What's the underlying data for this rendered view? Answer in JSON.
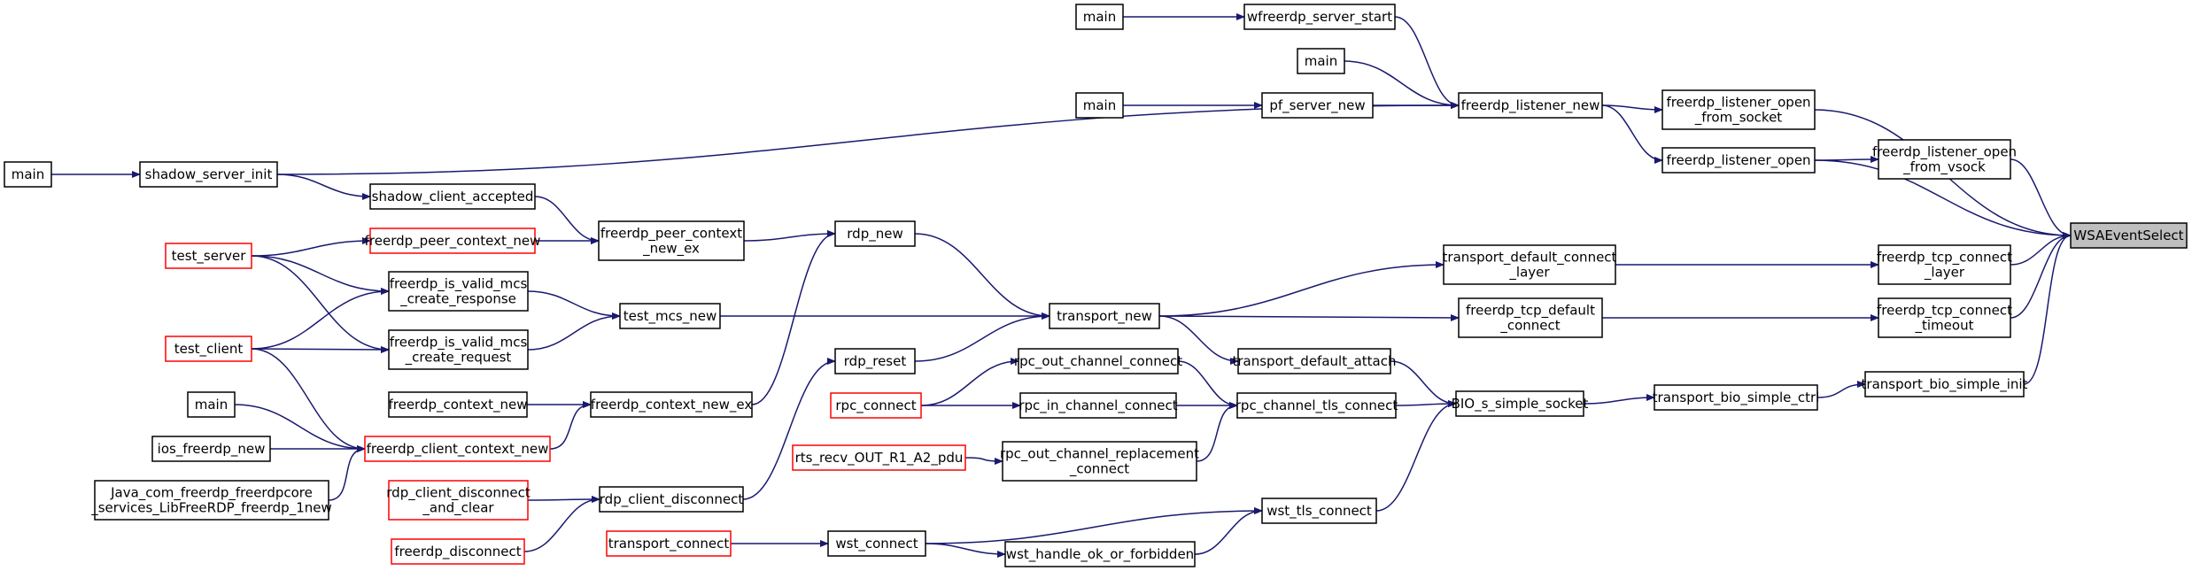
{
  "colors": {
    "edge": "#191970",
    "border": "#000000",
    "incomplete": "#ff0000",
    "root_fill": "#bfbfbf"
  },
  "nodes": [
    {
      "id": "wsa",
      "lines": [
        "WSAEventSelect"
      ],
      "style": "root"
    },
    {
      "id": "lofs",
      "lines": [
        "freerdp_listener_open",
        "_from_socket"
      ]
    },
    {
      "id": "lofv",
      "lines": [
        "freerdp_listener_open",
        "_from_vsock"
      ]
    },
    {
      "id": "lo",
      "lines": [
        "freerdp_listener_open"
      ]
    },
    {
      "id": "tcl",
      "lines": [
        "freerdp_tcp_connect",
        "_layer"
      ]
    },
    {
      "id": "tct",
      "lines": [
        "freerdp_tcp_connect",
        "_timeout"
      ]
    },
    {
      "id": "tbsi",
      "lines": [
        "transport_bio_simple_init"
      ]
    },
    {
      "id": "ln",
      "lines": [
        "freerdp_listener_new"
      ]
    },
    {
      "id": "tdcl",
      "lines": [
        "transport_default_connect",
        "_layer"
      ]
    },
    {
      "id": "tdc",
      "lines": [
        "freerdp_tcp_default",
        "_connect"
      ]
    },
    {
      "id": "tbsc",
      "lines": [
        "transport_bio_simple_ctrl"
      ]
    },
    {
      "id": "wss",
      "lines": [
        "wfreerdp_server_start"
      ]
    },
    {
      "id": "m1",
      "lines": [
        "main"
      ]
    },
    {
      "id": "m2",
      "lines": [
        "main"
      ]
    },
    {
      "id": "psn",
      "lines": [
        "pf_server_new"
      ]
    },
    {
      "id": "m3",
      "lines": [
        "main"
      ]
    },
    {
      "id": "ssi",
      "lines": [
        "shadow_server_init"
      ]
    },
    {
      "id": "m4",
      "lines": [
        "main"
      ]
    },
    {
      "id": "tn",
      "lines": [
        "transport_new"
      ]
    },
    {
      "id": "tda",
      "lines": [
        "transport_default_attach"
      ]
    },
    {
      "id": "bss",
      "lines": [
        "BIO_s_simple_socket"
      ]
    },
    {
      "id": "rctc",
      "lines": [
        "rpc_channel_tls_connect"
      ]
    },
    {
      "id": "wtc",
      "lines": [
        "wst_tls_connect"
      ]
    },
    {
      "id": "rdpn",
      "lines": [
        "rdp_new"
      ]
    },
    {
      "id": "rdpr",
      "lines": [
        "rdp_reset"
      ]
    },
    {
      "id": "tmn",
      "lines": [
        "test_mcs_new"
      ]
    },
    {
      "id": "rocc",
      "lines": [
        "rpc_out_channel_connect"
      ]
    },
    {
      "id": "ricc",
      "lines": [
        "rpc_in_channel_connect"
      ]
    },
    {
      "id": "rocrc",
      "lines": [
        "rpc_out_channel_replacement",
        "_connect"
      ]
    },
    {
      "id": "wst",
      "lines": [
        "wst_connect"
      ]
    },
    {
      "id": "whof",
      "lines": [
        "wst_handle_ok_or_forbidden"
      ]
    },
    {
      "id": "rcd",
      "lines": [
        "rdp_client_disconnect"
      ]
    },
    {
      "id": "pcne",
      "lines": [
        "freerdp_peer_context",
        "_new_ex"
      ]
    },
    {
      "id": "cne",
      "lines": [
        "freerdp_context_new_ex"
      ]
    },
    {
      "id": "sca",
      "lines": [
        "shadow_client_accepted"
      ]
    },
    {
      "id": "pcn",
      "lines": [
        "freerdp_peer_context_new"
      ],
      "style": "red"
    },
    {
      "id": "ivres",
      "lines": [
        "freerdp_is_valid_mcs",
        "_create_response"
      ]
    },
    {
      "id": "ivreq",
      "lines": [
        "freerdp_is_valid_mcs",
        "_create_request"
      ]
    },
    {
      "id": "cn",
      "lines": [
        "freerdp_context_new"
      ]
    },
    {
      "id": "ccn",
      "lines": [
        "freerdp_client_context_new"
      ],
      "style": "red"
    },
    {
      "id": "rcdc",
      "lines": [
        "rdp_client_disconnect",
        "_and_clear"
      ],
      "style": "red"
    },
    {
      "id": "fd",
      "lines": [
        "freerdp_disconnect"
      ],
      "style": "red"
    },
    {
      "id": "rpcc",
      "lines": [
        "rpc_connect"
      ],
      "style": "red"
    },
    {
      "id": "rts",
      "lines": [
        "rts_recv_OUT_R1_A2_pdu"
      ],
      "style": "red"
    },
    {
      "id": "tc",
      "lines": [
        "transport_connect"
      ],
      "style": "red"
    },
    {
      "id": "tsrv",
      "lines": [
        "test_server"
      ],
      "style": "red"
    },
    {
      "id": "tcli",
      "lines": [
        "test_client"
      ],
      "style": "red"
    },
    {
      "id": "m5",
      "lines": [
        "main"
      ]
    },
    {
      "id": "ifn",
      "lines": [
        "ios_freerdp_new"
      ]
    },
    {
      "id": "java",
      "lines": [
        "Java_com_freerdp_freerdpcore",
        "_services_LibFreeRDP_freerdp_1new"
      ]
    }
  ],
  "edges": [
    {
      "from": "lofs",
      "to": "wsa"
    },
    {
      "from": "lofv",
      "to": "wsa"
    },
    {
      "from": "lo",
      "to": "wsa"
    },
    {
      "from": "tcl",
      "to": "wsa"
    },
    {
      "from": "tct",
      "to": "wsa"
    },
    {
      "from": "tbsi",
      "to": "wsa"
    },
    {
      "from": "ln",
      "to": "lofs"
    },
    {
      "from": "ln",
      "to": "lo"
    },
    {
      "from": "lo",
      "to": "lofv"
    },
    {
      "from": "wss",
      "to": "ln"
    },
    {
      "from": "m2",
      "to": "ln"
    },
    {
      "from": "psn",
      "to": "ln"
    },
    {
      "from": "ssi",
      "to": "ln"
    },
    {
      "from": "m1",
      "to": "wss"
    },
    {
      "from": "m3",
      "to": "psn"
    },
    {
      "from": "m4",
      "to": "ssi"
    },
    {
      "from": "tdcl",
      "to": "tcl"
    },
    {
      "from": "tdc",
      "to": "tct"
    },
    {
      "from": "tbsc",
      "to": "tbsi"
    },
    {
      "from": "bss",
      "to": "tbsc"
    },
    {
      "from": "tn",
      "to": "tdcl"
    },
    {
      "from": "tn",
      "to": "tdc"
    },
    {
      "from": "tn",
      "to": "tda"
    },
    {
      "from": "tda",
      "to": "bss"
    },
    {
      "from": "rctc",
      "to": "bss"
    },
    {
      "from": "wtc",
      "to": "bss"
    },
    {
      "from": "rdpn",
      "to": "tn"
    },
    {
      "from": "rdpr",
      "to": "tn"
    },
    {
      "from": "tmn",
      "to": "tn"
    },
    {
      "from": "rocc",
      "to": "rctc"
    },
    {
      "from": "ricc",
      "to": "rctc"
    },
    {
      "from": "rocrc",
      "to": "rctc"
    },
    {
      "from": "wst",
      "to": "wtc"
    },
    {
      "from": "whof",
      "to": "wtc"
    },
    {
      "from": "rcd",
      "to": "rdpr"
    },
    {
      "from": "pcne",
      "to": "rdpn"
    },
    {
      "from": "cne",
      "to": "rdpn"
    },
    {
      "from": "ssi",
      "to": "sca"
    },
    {
      "from": "sca",
      "to": "pcne"
    },
    {
      "from": "pcn",
      "to": "pcne"
    },
    {
      "from": "ivres",
      "to": "tmn"
    },
    {
      "from": "ivreq",
      "to": "tmn"
    },
    {
      "from": "cn",
      "to": "cne"
    },
    {
      "from": "ccn",
      "to": "cne"
    },
    {
      "from": "rcdc",
      "to": "rcd"
    },
    {
      "from": "fd",
      "to": "rcd"
    },
    {
      "from": "rpcc",
      "to": "rocc"
    },
    {
      "from": "rpcc",
      "to": "ricc"
    },
    {
      "from": "rts",
      "to": "rocrc"
    },
    {
      "from": "tc",
      "to": "wst"
    },
    {
      "from": "wst",
      "to": "whof"
    },
    {
      "from": "tsrv",
      "to": "pcn"
    },
    {
      "from": "tsrv",
      "to": "ivres"
    },
    {
      "from": "tsrv",
      "to": "ivreq"
    },
    {
      "from": "tcli",
      "to": "ivres"
    },
    {
      "from": "tcli",
      "to": "ivreq"
    },
    {
      "from": "tcli",
      "to": "ccn"
    },
    {
      "from": "m5",
      "to": "ccn"
    },
    {
      "from": "ifn",
      "to": "ccn"
    },
    {
      "from": "java",
      "to": "ccn"
    }
  ]
}
